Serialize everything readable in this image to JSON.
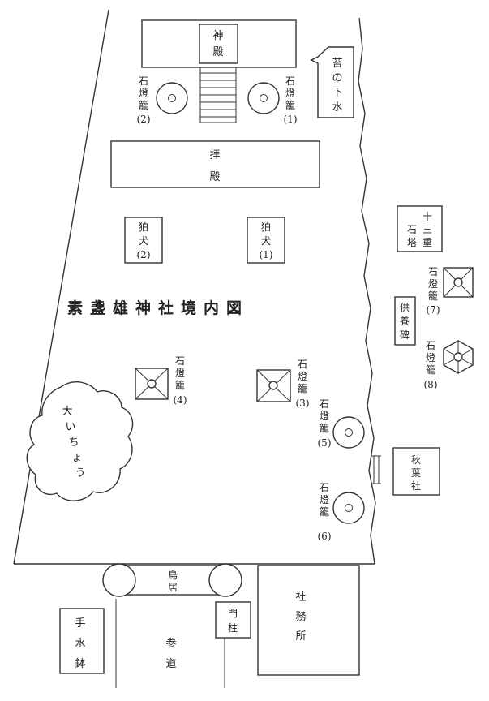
{
  "colors": {
    "ink": "#222222",
    "paper": "#ffffff"
  },
  "title": "素盞雄神社境内図",
  "shinden": "神殿",
  "haiden": "拝殿",
  "koke_no_shimizu": "苔の下水",
  "jusanju_sekito": "十三重石塔",
  "kuyohi": "供養碑",
  "akiba_sha": "秋葉社",
  "ooicho": "大いちょう",
  "torii": "鳥居",
  "monchu": "門柱",
  "shamusho": "社務所",
  "sando": "参道",
  "chozubachi": "手水鉢",
  "komainu": [
    {
      "name": "狛犬",
      "num": "(2)"
    },
    {
      "name": "狛犬",
      "num": "(1)"
    }
  ],
  "lanterns": [
    {
      "name": "石燈籠",
      "num": "(1)"
    },
    {
      "name": "石燈籠",
      "num": "(2)"
    },
    {
      "name": "石燈籠",
      "num": "(3)"
    },
    {
      "name": "石燈籠",
      "num": "(4)"
    },
    {
      "name": "石燈籠",
      "num": "(5)"
    },
    {
      "name": "石燈籠",
      "num": "(6)"
    },
    {
      "name": "石燈籠",
      "num": "(7)"
    },
    {
      "name": "石燈籠",
      "num": "(8)"
    }
  ]
}
